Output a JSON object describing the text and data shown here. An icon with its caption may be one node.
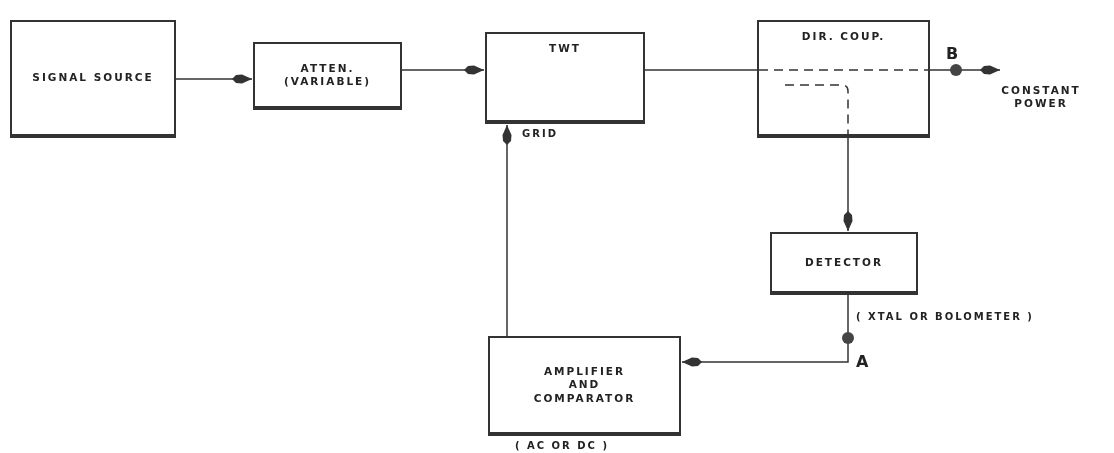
{
  "diagram": {
    "nodes": [
      {
        "text": [
          "SIGNAL SOURCE"
        ]
      },
      {
        "text": [
          "ATTEN. (VARIABLE)"
        ]
      },
      {
        "text": [
          "TWT"
        ],
        "beside": [
          "GRID"
        ]
      },
      {
        "text": [
          "DIR. COUP."
        ]
      },
      {
        "text": [
          "DETECTOR"
        ],
        "beside": [
          "( XTAL OR BOLOMETER )"
        ]
      },
      {
        "text": [
          "AMPLIFIER AND COMPARATOR"
        ],
        "beside": [
          "( AC OR DC )"
        ]
      },
      {
        "text": [
          "CONSTANT POWER"
        ]
      }
    ],
    "edges": [
      {
        "from": 0,
        "to": 1,
        "arrow": "to"
      },
      {
        "from": 1,
        "to": 2,
        "arrow": "to"
      },
      {
        "from": 2,
        "to": 3,
        "arrow": "none"
      },
      {
        "from": 3,
        "to": 6,
        "arrow": "to"
      },
      {
        "from": 3,
        "to": 4,
        "arrow": "to"
      },
      {
        "from": 4,
        "to": 5,
        "arrow": "to"
      },
      {
        "from": 5,
        "to": 2,
        "arrow": "to"
      }
    ],
    "labels": [
      "B",
      "A"
    ]
  }
}
